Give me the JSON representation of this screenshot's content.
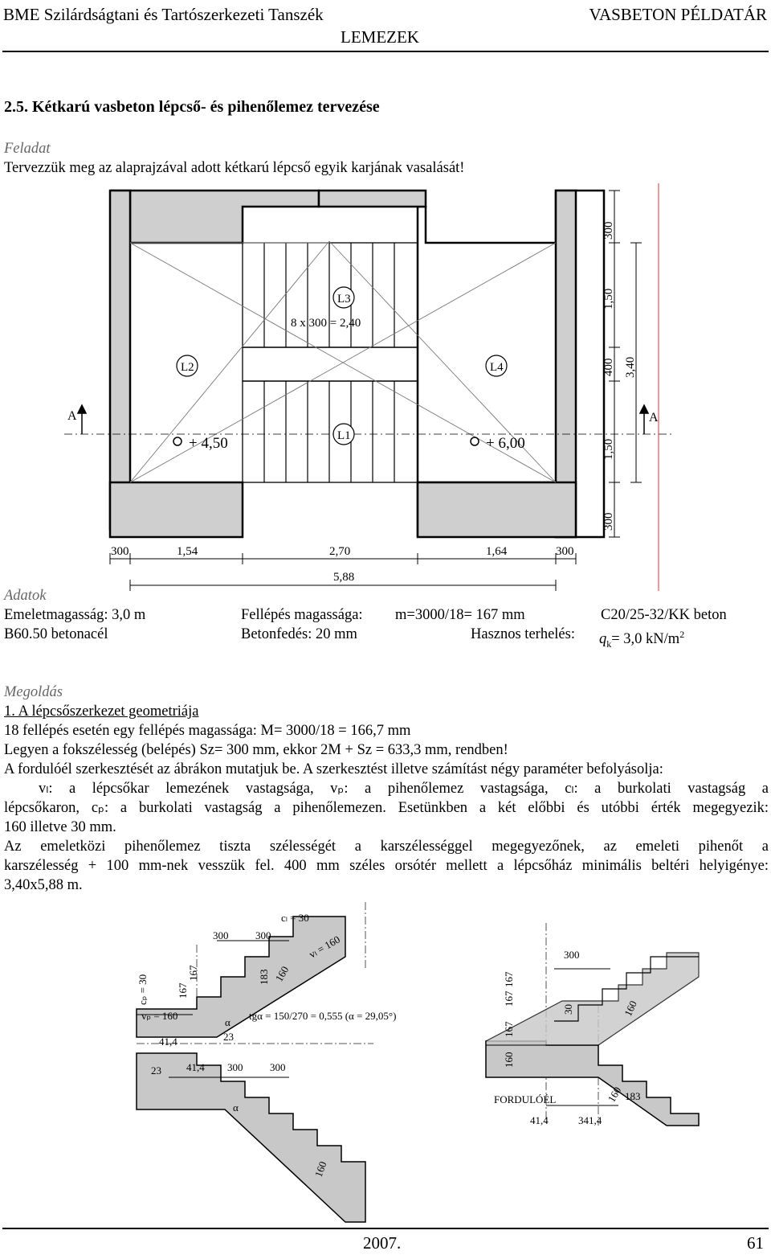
{
  "header": {
    "left_line1": "BME Szilárdságtani és Tartószerkezeti Tanszék",
    "left_line2": "LEMEZEK",
    "right": "VASBETON PÉLDATÁR"
  },
  "section_title": "2.5. Kétkarú vasbeton lépcső- és pihenőlemez tervezése",
  "task": {
    "heading": "Feladat",
    "text": "Tervezzük meg az alaprajzával adott kétkarú lépcső egyik karjának vasalását!"
  },
  "plan_drawing": {
    "labels": [
      "L1",
      "L2",
      "L3",
      "L4"
    ],
    "section_mark": "A",
    "level_left": "+ 4,50",
    "level_right": "+ 6,00",
    "run_label": "8 x 300 = 2,40",
    "dims_bottom": [
      "300",
      "1,54",
      "2,70",
      "1,64",
      "300"
    ],
    "dim_total": "5,88",
    "dims_right": [
      "300",
      "1,50",
      "400",
      "3,40",
      "1,50",
      "300"
    ]
  },
  "data": {
    "heading": "Adatok",
    "row1": [
      "Emeletmagasság: 3,0 m",
      "Fellépés magassága:",
      "m=3000/18= 167 mm",
      "C20/25-32/KK beton"
    ],
    "row2_steel": "B60.50 betonacél",
    "row2_cover": "Betonfedés: 20 mm",
    "row2_load_label": "Hasznos terhelés:",
    "row2_load_q": "q",
    "row2_load_sub": "k",
    "row2_load_value": "= 3,0 kN/m",
    "row2_load_sup": "2"
  },
  "solution": {
    "heading": "Megoldás",
    "subheading": "1. A lépcsőszerkezet geometriája",
    "line1": "18 fellépés esetén egy fellépés magassága: M= 3000/18 = 166,7 mm",
    "line2": "Legyen a fokszélesség (belépés) Sz= 300 mm, ekkor 2M + Sz = 633,3 mm,  rendben!",
    "line3": "A fordulóél szerkesztését az ábrákon mutatjuk be. A szerkesztést illetve számítást négy paraméter befolyásolja:",
    "para1_l1": "vₗ: a lépcsőkar lemezének vastagsága, vₚ: a pihenőlemez vastagsága, cₗ: a burkolati vastagság a",
    "para1_l2": "lépcsőkaron, cₚ: a burkolati vastagság a pihenőlemezen. Esetünkben a két előbbi és utóbbi érték megegyezik:",
    "para1_l3": "160 illetve 30 mm.",
    "para2_l1": "Az emeletközi pihenőlemez tiszta szélességét a karszélességgel megegyezőnek, az emeleti pihenőt a",
    "para2_l2": "karszélesség + 100 mm-nek vesszük fel. 400 mm széles orsótér mellett a lépcsőház minimális beltéri helyigénye:",
    "para2_l3": "3,40x5,88 m."
  },
  "section_drawing_left": {
    "labels": [
      "cₗ = 30",
      "300",
      "300",
      "vₗ = 160",
      "cₚ = 30",
      "167",
      "167",
      "183",
      "160",
      "vₚ = 160",
      "tgα = 150/270 = 0,555 (α = 29,05°)",
      "α",
      "41,4",
      "23",
      "41,4",
      "23",
      "300",
      "300",
      "α",
      "160"
    ]
  },
  "section_drawing_right": {
    "labels": [
      "300",
      "167",
      "167",
      "167",
      "30",
      "160",
      "160",
      "FORDULÓÉL",
      "160",
      "183",
      "41,4",
      "341,4"
    ]
  },
  "footer": {
    "year": "2007.",
    "page": "61"
  }
}
